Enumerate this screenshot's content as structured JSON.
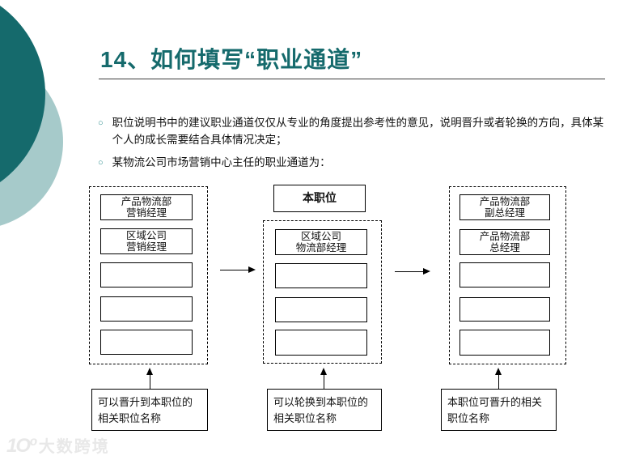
{
  "slide": {
    "title": "14、如何填写“职业通道”",
    "bullets": [
      "职位说明书中的建议职业通道仅仅从专业的角度提出参考性的意见，说明晋升或者轮换的方向，具体某个人的成长需要结合具体情况决定；",
      "某物流公司市场营销中心主任的职业通道为："
    ]
  },
  "diagram": {
    "left_column": {
      "boxes": [
        [
          "产品物流部",
          "营销经理"
        ],
        [
          "区域公司",
          "营销经理"
        ],
        [
          "",
          ""
        ],
        [
          "",
          ""
        ],
        [
          "",
          ""
        ]
      ]
    },
    "middle_column": {
      "header": "本职位",
      "boxes": [
        [
          "区域公司",
          "物流部经理"
        ],
        [
          "",
          ""
        ],
        [
          "",
          ""
        ],
        [
          "",
          ""
        ]
      ]
    },
    "right_column": {
      "boxes": [
        [
          "产品物流部",
          "副总经理"
        ],
        [
          "产品物流部",
          "总经理"
        ],
        [
          "",
          ""
        ],
        [
          "",
          ""
        ],
        [
          "",
          ""
        ]
      ]
    },
    "captions": [
      [
        "可以晋升到本职位的",
        "相关职位名称"
      ],
      [
        "可以轮换到本职位的",
        "相关职位名称"
      ],
      [
        "本职位可晋升的相关",
        "职位名称"
      ]
    ]
  },
  "watermark": {
    "logo": "1Oº",
    "text": "大数跨境"
  },
  "colors": {
    "accent": "#156a6c",
    "accent_light": "#a6caca"
  }
}
